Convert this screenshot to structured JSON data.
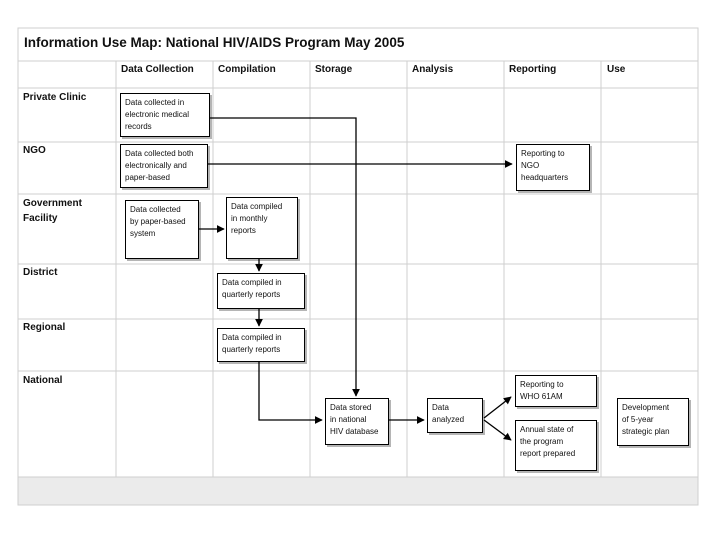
{
  "title": "Information Use Map:  National HIV/AIDS Program May 2005",
  "columns": [
    "Data Collection",
    "Compilation",
    "Storage",
    "Analysis",
    "Reporting",
    "Use"
  ],
  "rows": [
    "Private Clinic",
    "NGO",
    "Government\nFacility",
    "District",
    "Regional",
    "National"
  ],
  "boxes": {
    "private_clinic_collection": "Data collected in\nelectronic medical\nrecords",
    "ngo_collection": "Data collected both\nelectronically and\npaper-based",
    "ngo_reporting": "Reporting to\nNGO\nheadquarters",
    "gov_collection": "Data collected\nby paper-based\nsystem",
    "gov_compilation": "Data compiled\nin monthly\nreports",
    "district_compilation": "Data compiled in\nquarterly reports",
    "regional_compilation": "Data compiled in\nquarterly reports",
    "national_storage": "Data stored\nin national\nHIV database",
    "national_analysis": "Data\nanalyzed",
    "national_report_who": "Reporting to\nWHO 61AM",
    "national_report_annual": "Annual state of\nthe program\nreport  prepared",
    "national_use": "Development\nof  5-year\nstrategic plan"
  },
  "colors": {
    "grid": "#cfcfcf",
    "footer": "#ebebeb",
    "box_border": "#000000",
    "box_shadow": "#b5b5b5"
  }
}
